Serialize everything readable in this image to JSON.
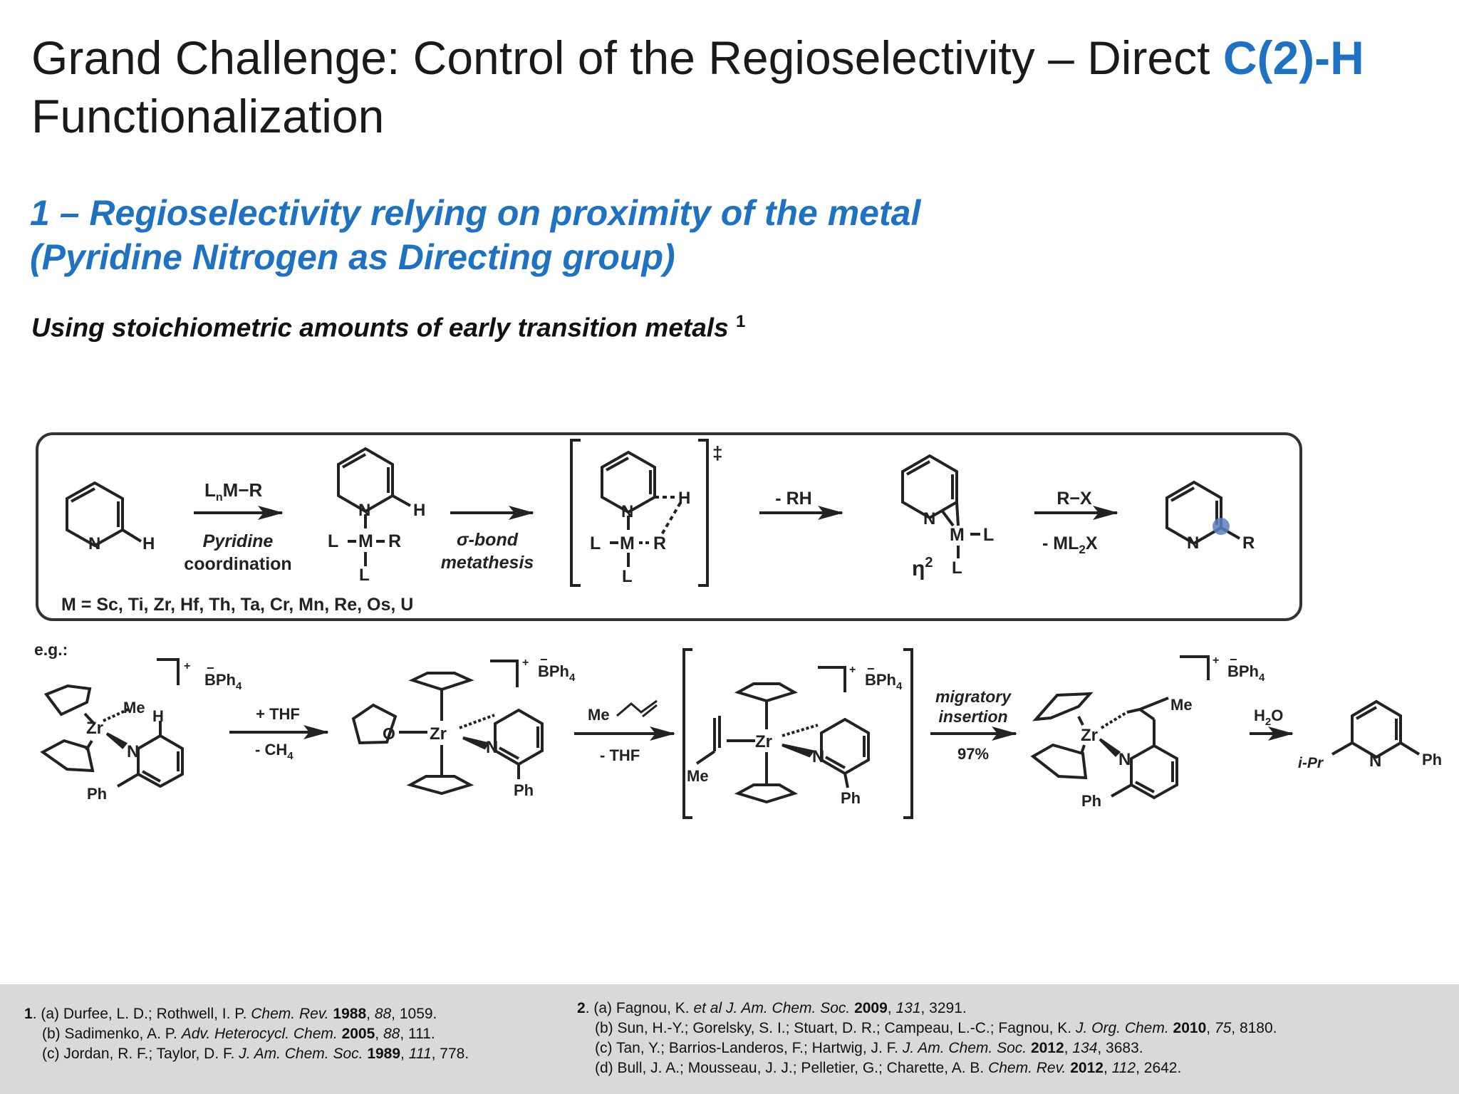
{
  "title": {
    "prefix": "Grand Challenge: Control of the Regioselectivity – Direct ",
    "accent": "C(2)-H",
    "suffix": "Functionalization"
  },
  "subtitle": {
    "line1": "1 – Regioselectivity relying on proximity of the metal",
    "line2": "(Pyridine Nitrogen as Directing group)"
  },
  "section": {
    "text": "Using stoichiometric amounts of early transition metals",
    "ref": "1"
  },
  "colors": {
    "accent": "#1f72c2",
    "text": "#1a1a1a",
    "ref_bg": "#d9d9dc",
    "highlight": "#5b7fc0"
  },
  "scheme_top": {
    "reagent1_top": "L",
    "reagent1_sub": "n",
    "reagent1_rest": "M−R",
    "step1_line1": "Pyridine",
    "step1_line2": "coordination",
    "step2_line1": "σ-bond",
    "step2_line2": "metathesis",
    "step3": "- RH",
    "step4_top": "R−X",
    "step4_bottom": "- ML",
    "step4_sub": "2",
    "step4_end": "X",
    "dagger": "‡",
    "eta": "η",
    "eta_sup": "2",
    "metals": "M = Sc, Ti, Zr, Hf, Th, Ta, Cr, Mn, Re, Os, U",
    "atoms": {
      "N": "N",
      "H": "H",
      "M": "M",
      "L": "L",
      "R": "R"
    }
  },
  "scheme_bottom": {
    "eg": "e.g.:",
    "counterion": "BPh",
    "counterion_sub": "4",
    "plus": "+",
    "minus": "−",
    "zr": "Zr",
    "me": "Me",
    "ph": "Ph",
    "o": "O",
    "n": "N",
    "h": "H",
    "step1_top": "+ THF",
    "step1_bottom": "- CH",
    "step1_sub": "4",
    "step2_top": "Me",
    "step2_bottom": "- THF",
    "step3_line1": "migratory",
    "step3_line2": "insertion",
    "step3_yield": "97%",
    "step4_top": "H",
    "step4_sub": "2",
    "step4_end": "O",
    "product_left": "i-Pr",
    "product_n": "N",
    "product_right": "Ph"
  },
  "references": {
    "left": [
      {
        "num": "1",
        "parts": [
          "(a) Durfee, L. D.; Rothwell, I. P. ",
          "Chem. Rev.",
          " ",
          "1988",
          ", ",
          "88",
          ", 1059."
        ]
      },
      {
        "num": "",
        "parts": [
          "(b) Sadimenko, A. P. ",
          "Adv. Heterocycl. Chem.",
          " ",
          "2005",
          ", ",
          "88",
          ", 111."
        ]
      },
      {
        "num": "",
        "parts": [
          "(c) Jordan, R. F.; Taylor, D. F. ",
          "J. Am. Chem. Soc.",
          " ",
          "1989",
          ", ",
          "111",
          ", 778."
        ]
      }
    ],
    "right": [
      {
        "num": "2",
        "parts": [
          "(a) Fagnou, K. ",
          "et al J. Am. Chem. Soc.",
          " ",
          "2009",
          ", ",
          "131",
          ", 3291."
        ]
      },
      {
        "num": "",
        "parts": [
          "(b) Sun, H.-Y.; Gorelsky, S. I.; Stuart, D. R.; Campeau, L.-C.; Fagnou, K. ",
          "J. Org. Chem.",
          " ",
          "2010",
          ", ",
          "75",
          ", 8180."
        ]
      },
      {
        "num": "",
        "parts": [
          "(c) Tan, Y.; Barrios-Landeros, F.; Hartwig, J. F. ",
          "J. Am. Chem. Soc.",
          " ",
          "2012",
          ", ",
          "134",
          ", 3683."
        ]
      },
      {
        "num": "",
        "parts": [
          "(d) Bull, J. A.; Mousseau, J. J.; Pelletier, G.; Charette, A. B. ",
          "Chem. Rev.",
          " ",
          "2012",
          ", ",
          "112",
          ", 2642."
        ]
      }
    ]
  }
}
